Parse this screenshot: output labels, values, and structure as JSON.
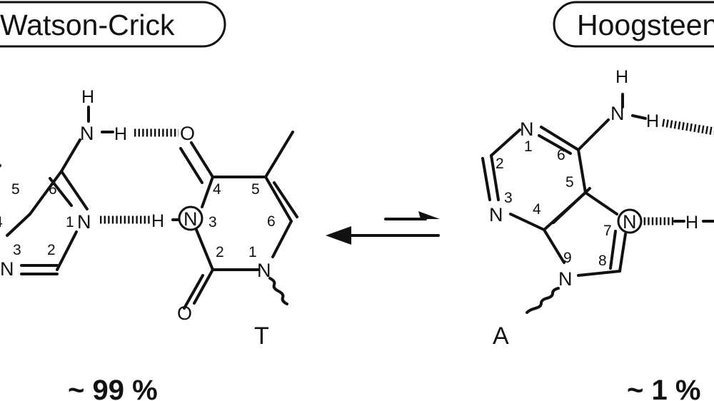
{
  "labels": {
    "watson_crick": "Watson-Crick",
    "hoogsteen": "Hoogsteen",
    "wc_percent": "~ 99 %",
    "hg_percent": "~ 1 %",
    "base_t": "T",
    "base_a": "A"
  },
  "atoms": {
    "N": "N",
    "H": "H",
    "O": "O"
  },
  "numbers": {
    "n1": "1",
    "n2": "2",
    "n3": "3",
    "n4": "4",
    "n5": "5",
    "n6": "6",
    "n7": "7",
    "n8": "8",
    "n9": "9"
  }
}
